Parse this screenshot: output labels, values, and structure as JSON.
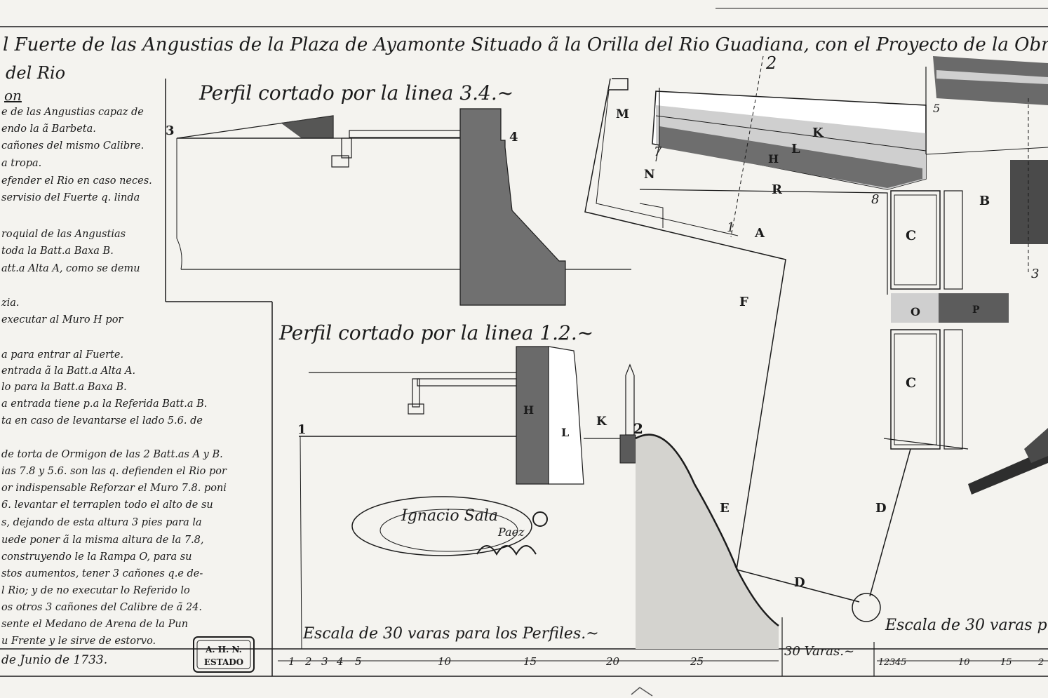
{
  "title": "l Fuerte de las Angustias de la Plaza de Ayamonte Situado ã la Orilla del Rio Guadiana, con el Proyecto de la Obra",
  "title_line2": "del Rio",
  "legend": {
    "heading": "on",
    "lines": [
      "e de las Angustias capaz de",
      "endo la ã Barbeta.",
      "cañones del mismo Calibre.",
      "a tropa.",
      "efender el Rio en caso neces.",
      "servisio del Fuerte q. linda",
      "",
      "roquial de las Angustias",
      "toda la Batt.a Baxa B.",
      "att.a Alta A, como se demu",
      "",
      "zia.",
      "executar al Muro H por",
      "",
      "a para entrar al Fuerte.",
      "entrada ã la Batt.a Alta A.",
      "lo para la Batt.a Baxa B.",
      "a entrada tiene p.a la Referida Batt.a B.",
      "ta en caso de levantarse el lado 5.6. de",
      "",
      "de torta de Ormigon de las 2 Batt.as A y B.",
      "ias 7.8 y 5.6. son las q. defienden el Rio por",
      "or indispensable Reforzar el Muro 7.8. poni",
      "6. levantar el terraplen todo el alto de su",
      "s, dejando de esta altura 3 pies para la",
      "uede poner ã la misma altura de la 7.8,",
      "construyendo le la Rampa O, para su",
      "stos aumentos, tener 3 cañones q.e de-",
      "l Rio; y de no executar lo Referido lo",
      "os otros 3 cañones del Calibre de ã 24.",
      "sente el Medano de Arena de la Pun",
      "u Frente y le sirve de estorvo.",
      "de Junio de 1733."
    ]
  },
  "stamp": {
    "line1": "A. H. N.",
    "line2": "ESTADO"
  },
  "profile_34": {
    "title": "Perfil cortado por la linea 3.4.~",
    "end_left": "3",
    "end_right": "4"
  },
  "profile_12": {
    "title": "Perfil cortado por la linea 1.2.~",
    "end_left": "1",
    "end_right": "2",
    "labels": {
      "H": "H",
      "L": "L",
      "K": "K"
    }
  },
  "signature": {
    "line1": "Ignacio Sala",
    "line2": "Paez"
  },
  "plan": {
    "labels": {
      "M": "M",
      "N": "N",
      "K": "K",
      "L": "L",
      "H": "H",
      "R": "R",
      "A": "A",
      "B": "B",
      "C1": "C",
      "C2": "C",
      "O": "O",
      "P": "P",
      "F": "F",
      "E": "E",
      "D1": "D",
      "D2": "D",
      "n7": "7",
      "n8": "8",
      "n5": "5",
      "n1": "1",
      "n2": "2",
      "n3": "3"
    }
  },
  "scale_profiles": {
    "caption": "Escala de 30 varas para los Perfiles.~",
    "ticks": [
      "1",
      "2",
      "3",
      "4",
      "5",
      "10",
      "15",
      "20",
      "25"
    ]
  },
  "scale_plan": {
    "caption": "Escala de 30 varas p",
    "ticks": [
      "1",
      "2",
      "3",
      "4",
      "5",
      "10",
      "15",
      "2"
    ]
  },
  "varas_label": "30 Varas.~"
}
